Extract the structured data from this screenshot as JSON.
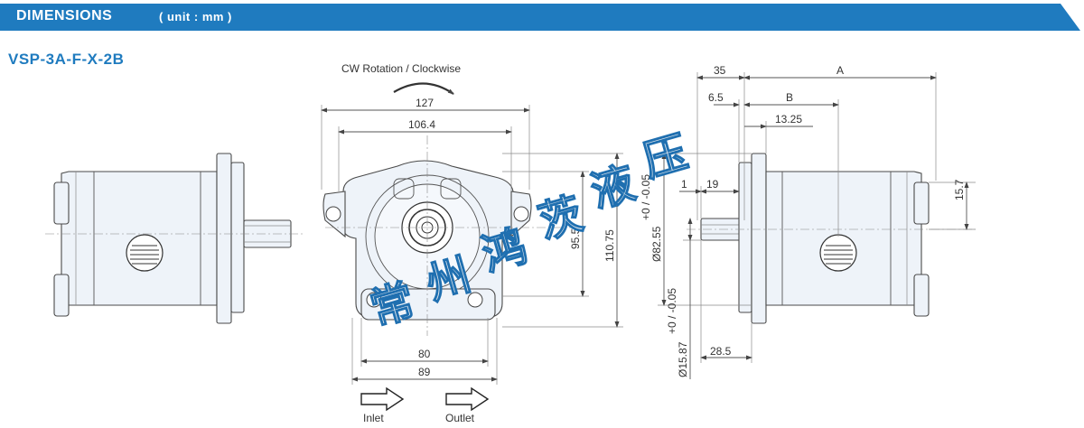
{
  "header": {
    "title": "DIMENSIONS",
    "unit": "( unit : mm )",
    "color": "#1f7bbf"
  },
  "model": "VSP-3A-F-X-2B",
  "rotation_label": "CW Rotation / Clockwise",
  "labels": {
    "inlet": "Inlet",
    "outlet": "Outlet"
  },
  "dimensions": {
    "front_width_127": "127",
    "front_width_1064": "106.4",
    "front_height_955": "95.5",
    "front_height_11075": "110.75",
    "bottom_80": "80",
    "bottom_89": "89",
    "side_35": "35",
    "side_a": "A",
    "side_65": "6.5",
    "side_b": "B",
    "side_1325": "13.25",
    "side_1": "1",
    "side_19": "19",
    "side_157": "15.7",
    "side_diam_8255": "Ø82.55",
    "side_tol_8255": "+0 / -0.05",
    "side_diam_1587": "Ø15.87",
    "side_tol_1587": "+0 / -0.05",
    "side_285": "28.5"
  },
  "watermark": [
    "常",
    "州",
    "鸿",
    "茨",
    "液",
    "压"
  ],
  "icons": [
    "rotation-arrow-icon",
    "inlet-arrow-icon",
    "outlet-arrow-icon"
  ]
}
